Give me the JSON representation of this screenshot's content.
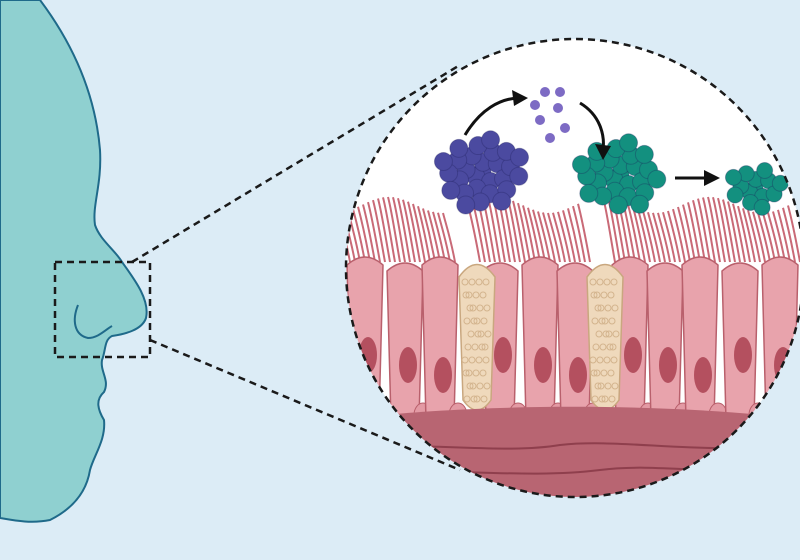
{
  "colors": {
    "background": "#dcecf6",
    "face_fill": "#8fd0d0",
    "face_stroke": "#1f6a8a",
    "dashed_line": "#1a1a1a",
    "cell_pink": "#e8a3ac",
    "cell_dark": "#b9606c",
    "nucleus": "#b4505f",
    "cilia": "#c96a77",
    "goblet": "#efd9bc",
    "tissue": "#b86572",
    "particle_purple": "#4b4aa0",
    "particle_small": "#7d6bc4",
    "particle_teal": "#13907f",
    "arrow": "#111111"
  },
  "icons": [
    "face-silhouette",
    "nose-zoom-box",
    "magnified-circle",
    "process-arrow"
  ]
}
